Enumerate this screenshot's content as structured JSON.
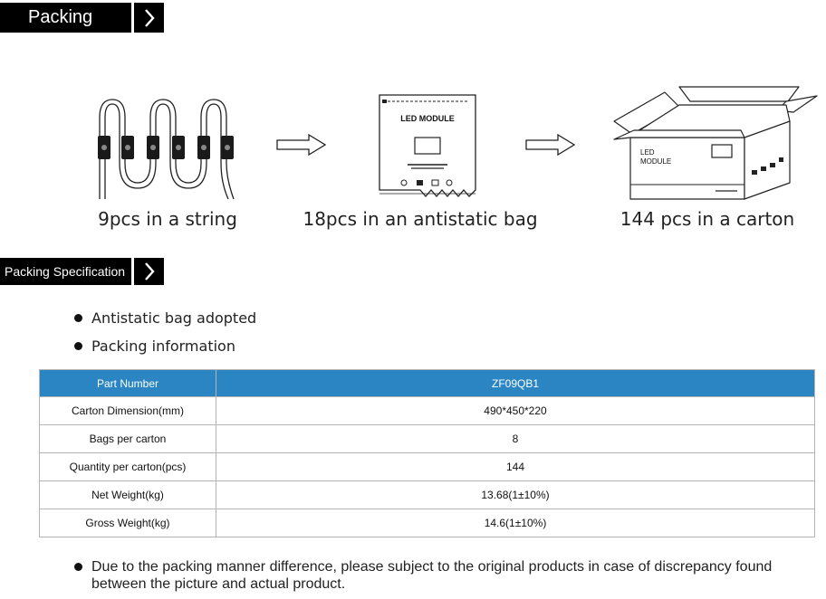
{
  "section_header_1": {
    "label": "Packing",
    "arrow": "〉"
  },
  "stages": [
    {
      "caption": "9pcs in a string"
    },
    {
      "caption": "18pcs in an antistatic bag",
      "bag_text": "LED MODULE"
    },
    {
      "caption": "144 pcs in a carton",
      "box_text_line1": "LED",
      "box_text_line2": "MODULE"
    }
  ],
  "section_header_2": {
    "label": "Packing Specification",
    "arrow": "〉"
  },
  "bullets": [
    "Antistatic bag adopted",
    "Packing information"
  ],
  "table": {
    "header": [
      "Part Number",
      "ZF09QB1"
    ],
    "rows": [
      [
        "Carton Dimension(mm)",
        "490*450*220"
      ],
      [
        "Bags per carton",
        "8"
      ],
      [
        "Quantity per carton(pcs)",
        "144"
      ],
      [
        "Net Weight(kg)",
        "13.68(1±10%)"
      ],
      [
        "Gross Weight(kg)",
        "14.6(1±10%)"
      ]
    ]
  },
  "note": "Due to the packing manner difference, please subject to the original products in case of discrepancy found between the picture and actual product."
}
